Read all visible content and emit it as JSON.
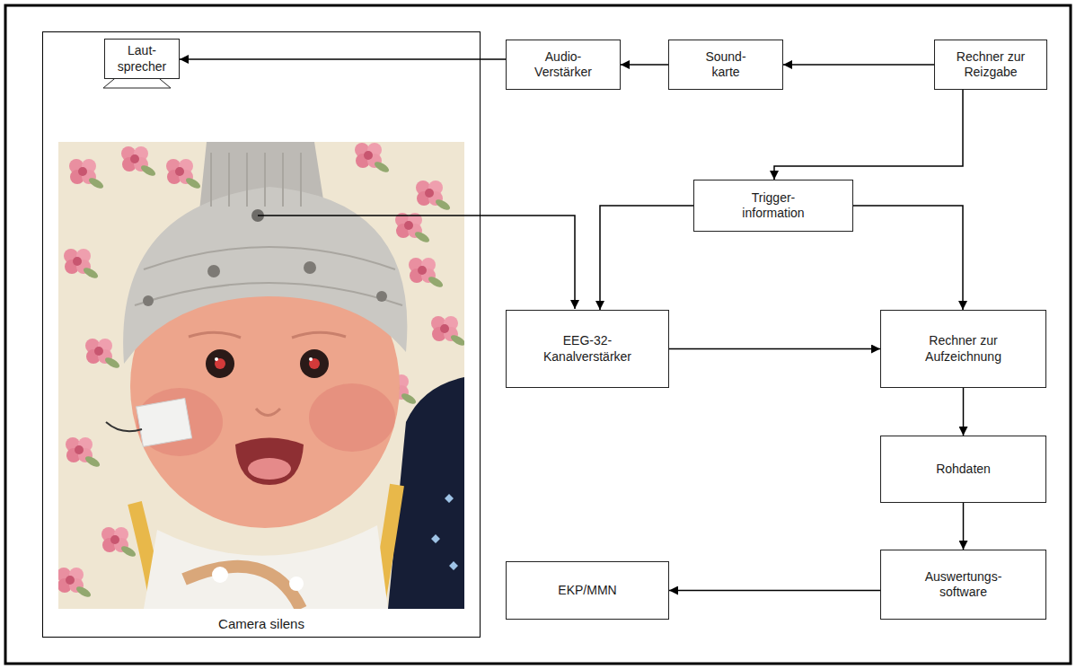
{
  "diagram": {
    "nodes": [
      {
        "text": [
          "Camera silens"
        ]
      },
      {
        "text": [
          "Laut- sprecher"
        ],
        "in": 0
      },
      {
        "text": [
          "Audio- Verstärker"
        ]
      },
      {
        "text": [
          "Sound- karte"
        ]
      },
      {
        "text": [
          "Rechner zur Reizgabe"
        ]
      },
      {
        "text": [
          "Trigger- information"
        ]
      },
      {
        "text": [
          "EEG-32- Kanalverstärker"
        ]
      },
      {
        "text": [
          "Rechner zur Aufzeichnung"
        ]
      },
      {
        "text": [
          "Rohdaten"
        ]
      },
      {
        "text": [
          "EKP/MMN"
        ]
      },
      {
        "text": [
          "Auswertungs- software"
        ]
      }
    ],
    "edges": [
      {
        "from": 4,
        "to": 3,
        "arrow": "to"
      },
      {
        "from": 3,
        "to": 2,
        "arrow": "to"
      },
      {
        "from": 2,
        "to": 1,
        "arrow": "to"
      },
      {
        "from": 4,
        "to": 5,
        "arrow": "to"
      },
      {
        "from": 5,
        "to": 6,
        "arrow": "to"
      },
      {
        "from": 5,
        "to": 7,
        "arrow": "to"
      },
      {
        "from": 6,
        "to": 7,
        "arrow": "to"
      },
      {
        "from": 7,
        "to": 8,
        "arrow": "to"
      },
      {
        "from": 8,
        "to": 10,
        "arrow": "to"
      },
      {
        "from": 10,
        "to": 9,
        "arrow": "to"
      }
    ]
  }
}
